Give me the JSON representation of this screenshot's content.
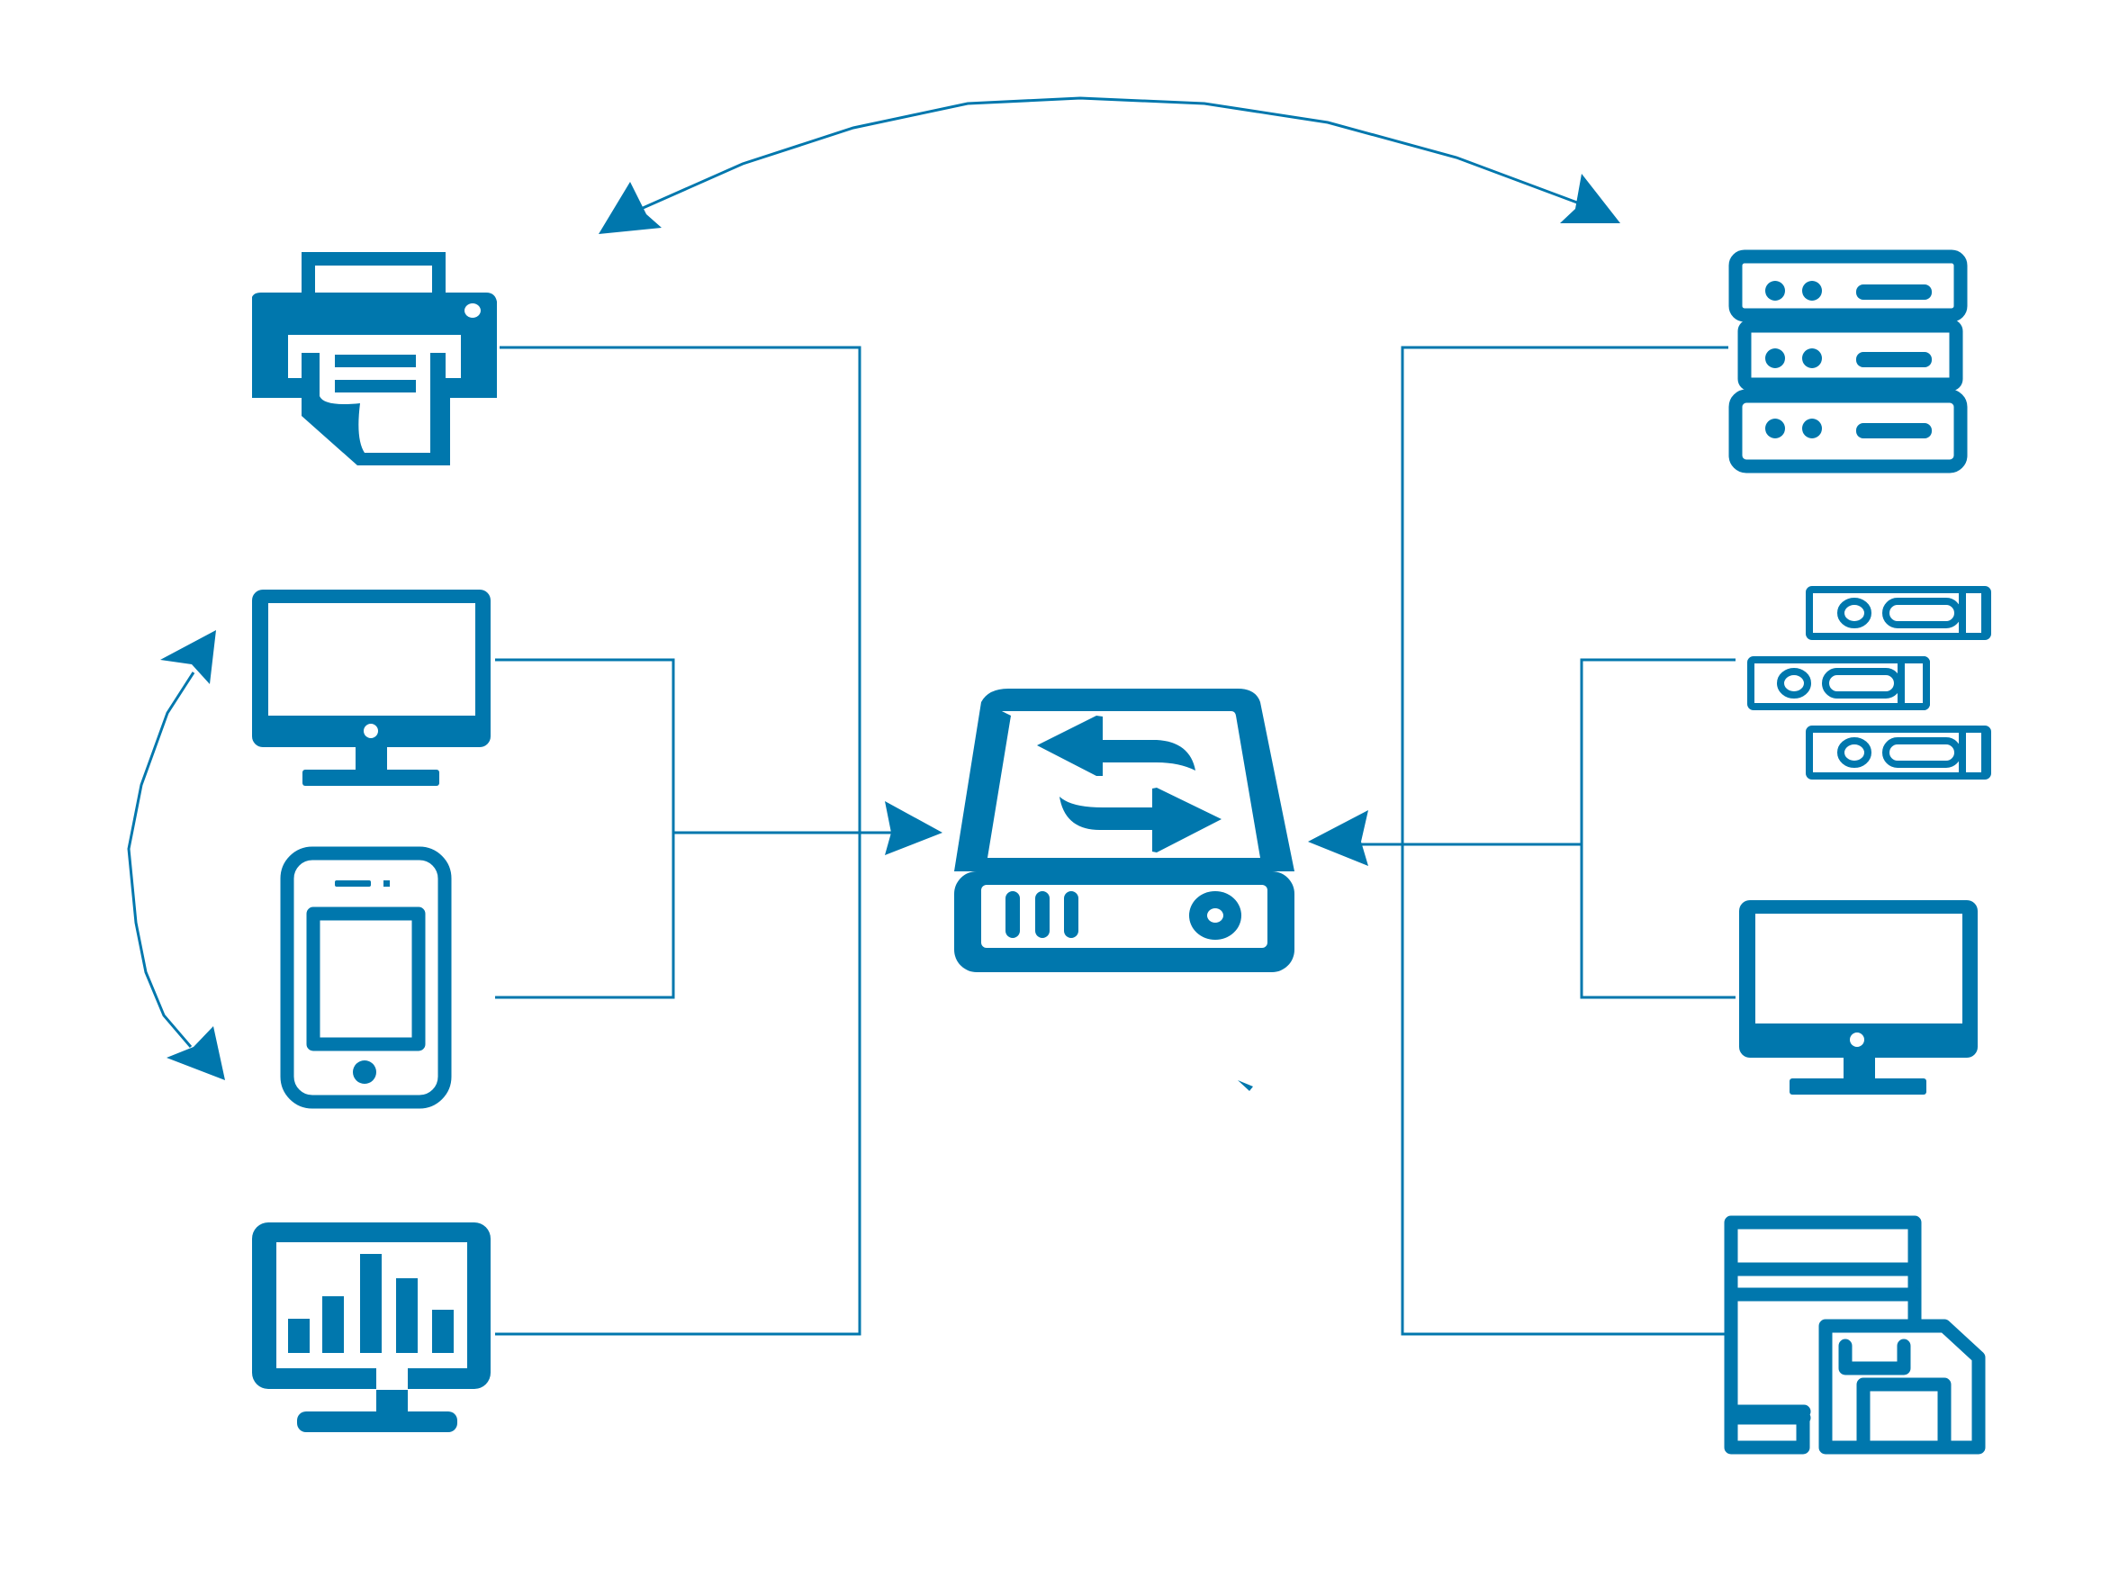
{
  "colors": {
    "accent": "#0077ad",
    "background": "#ffffff"
  },
  "nodes": [
    {
      "id": "printer",
      "icon": "printer-icon"
    },
    {
      "id": "desktop-left",
      "icon": "desktop-monitor-icon"
    },
    {
      "id": "tablet",
      "icon": "tablet-icon"
    },
    {
      "id": "analytics-monitor",
      "icon": "bar-chart-monitor-icon"
    },
    {
      "id": "central-hub",
      "icon": "data-exchange-drive-icon"
    },
    {
      "id": "server-rack",
      "icon": "server-rack-icon"
    },
    {
      "id": "storage-modules",
      "icon": "storage-modules-icon"
    },
    {
      "id": "desktop-right",
      "icon": "desktop-monitor-icon"
    },
    {
      "id": "save-document",
      "icon": "document-floppy-save-icon"
    }
  ],
  "connections": [
    {
      "from": "printer",
      "to": "central-hub"
    },
    {
      "from": "desktop-left",
      "to": "central-hub"
    },
    {
      "from": "tablet",
      "to": "central-hub"
    },
    {
      "from": "analytics-monitor",
      "to": "central-hub"
    },
    {
      "from": "server-rack",
      "to": "central-hub"
    },
    {
      "from": "storage-modules",
      "to": "central-hub"
    },
    {
      "from": "desktop-right",
      "to": "central-hub"
    },
    {
      "from": "save-document",
      "to": "central-hub"
    },
    {
      "from": "printer",
      "to": "server-rack",
      "type": "bidirectional-arc"
    },
    {
      "from": "desktop-left",
      "to": "tablet",
      "type": "bidirectional-arc"
    }
  ]
}
